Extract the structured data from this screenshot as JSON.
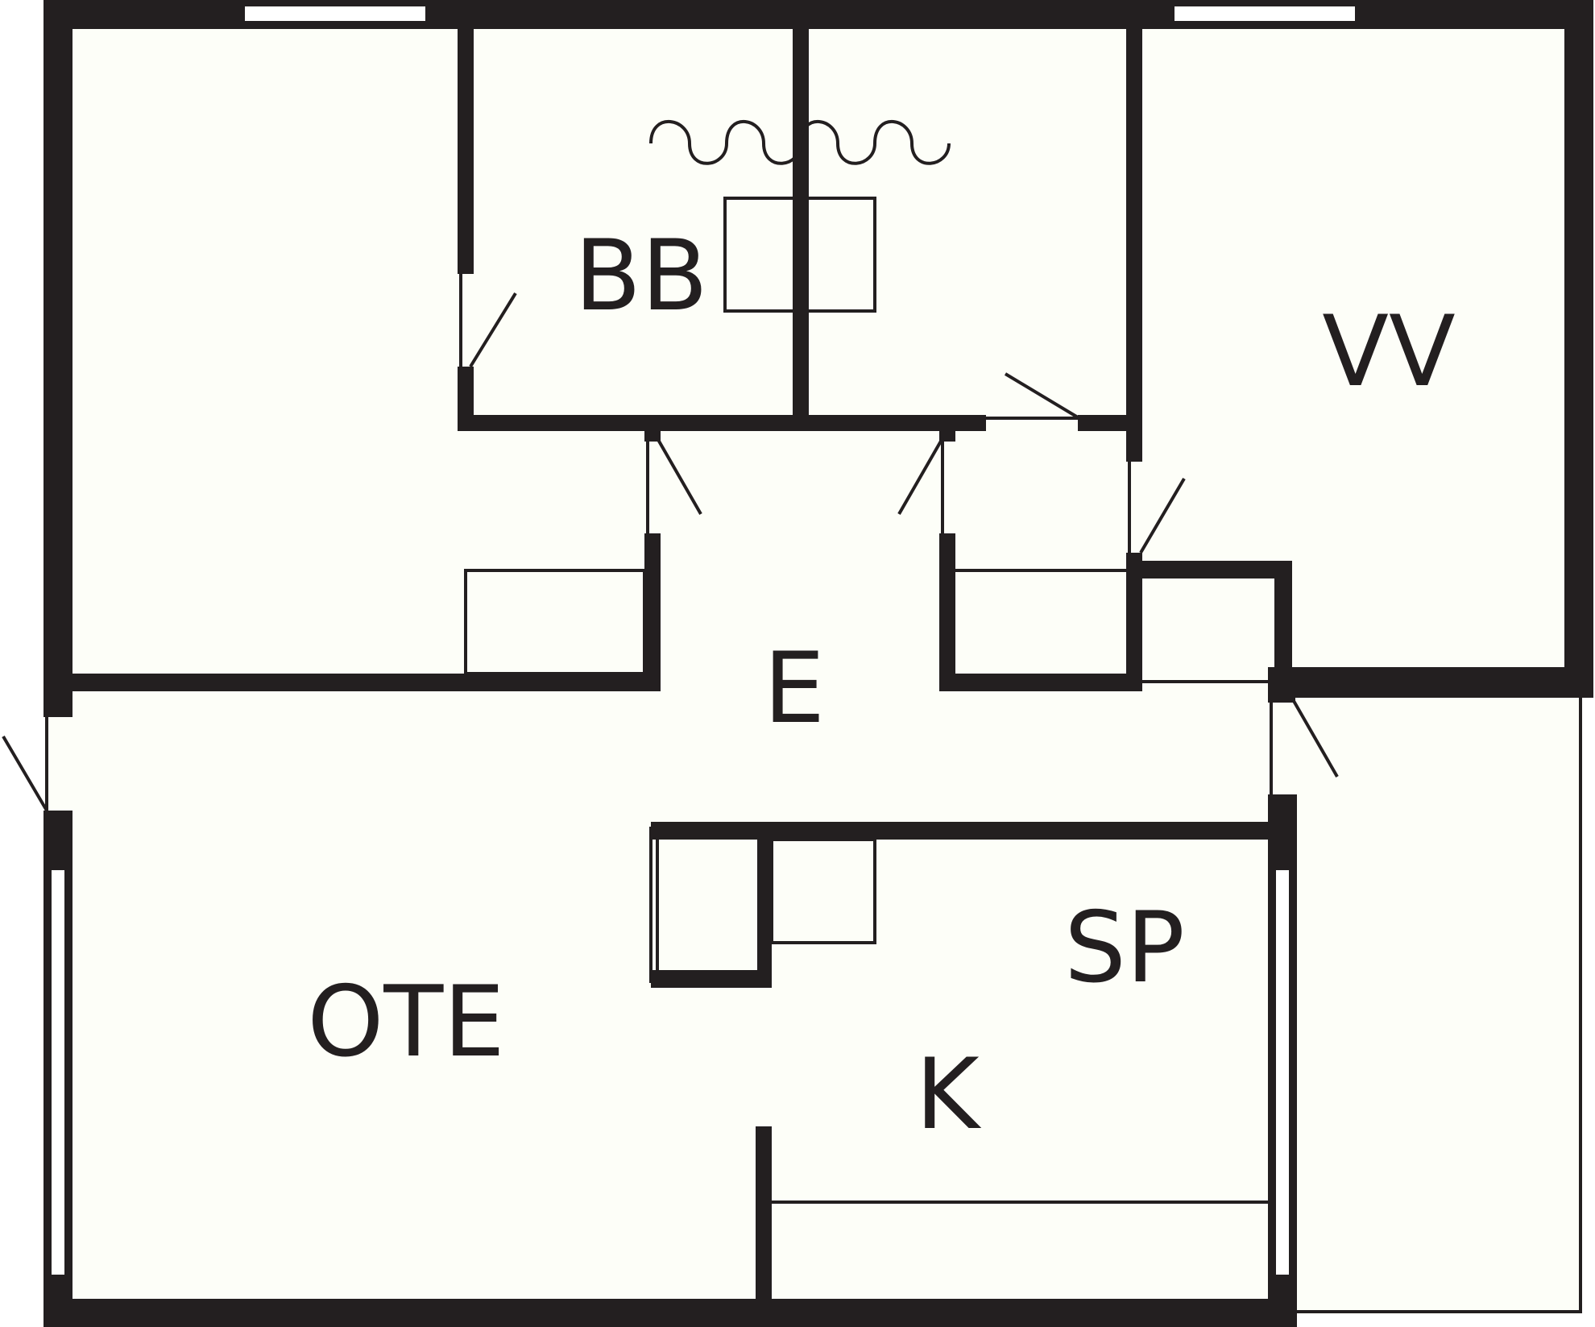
{
  "floor_plan": {
    "colors": {
      "wall": "#231f20",
      "floor": "#fdfef8",
      "background": "#ffffff"
    },
    "rooms": [
      {
        "id": "bb",
        "label": "BB"
      },
      {
        "id": "vv",
        "label": "VV"
      },
      {
        "id": "e",
        "label": "E"
      },
      {
        "id": "sp",
        "label": "SP"
      },
      {
        "id": "ote",
        "label": "OTE"
      },
      {
        "id": "k",
        "label": "K"
      }
    ]
  }
}
